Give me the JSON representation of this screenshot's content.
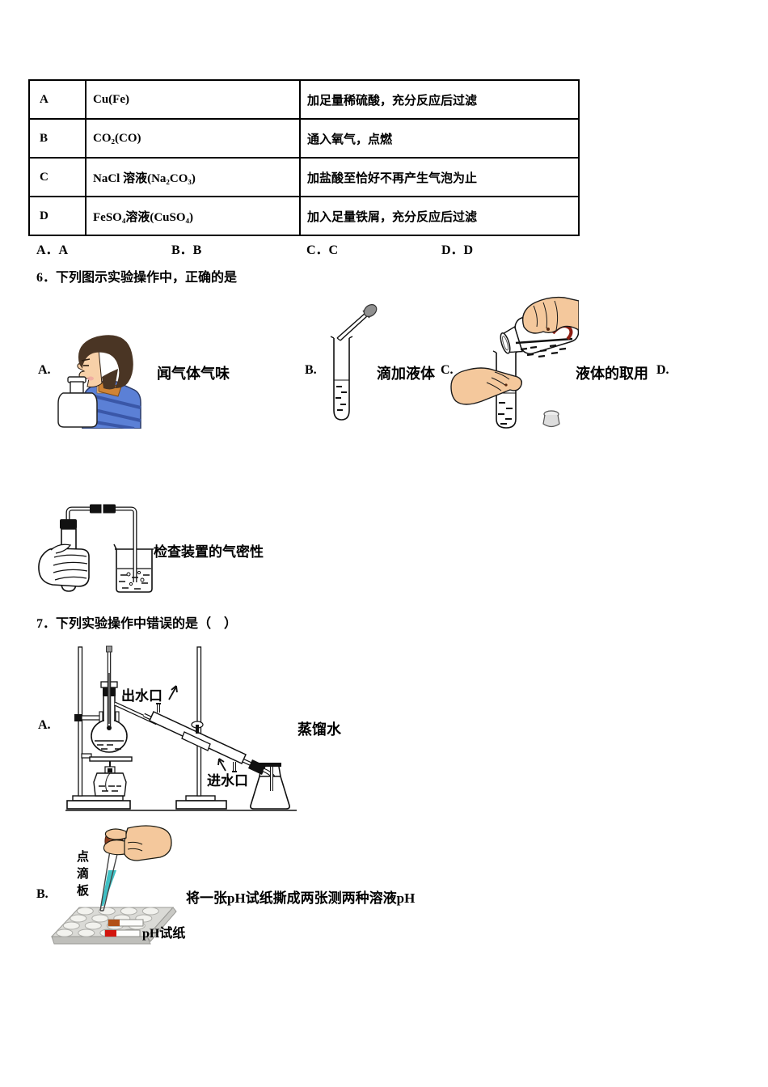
{
  "table": {
    "rows": [
      {
        "option": "A",
        "substance": "Cu(Fe)",
        "operation": "加足量稀硫酸，充分反应后过滤"
      },
      {
        "option": "B",
        "substance": "CO₂(CO)",
        "operation": "通入氧气，点燃"
      },
      {
        "option": "C",
        "substance": "NaCl 溶液(Na₂CO₃)",
        "operation": "加盐酸至恰好不再产生气泡为止"
      },
      {
        "option": "D",
        "substance": "FeSO₄溶液(CuSO₄)",
        "operation": "加入足量铁屑，充分反应后过滤"
      }
    ]
  },
  "answer_row": {
    "a": "A．A",
    "b": "B．B",
    "c": "C．C",
    "d": "D．D"
  },
  "q6": {
    "stem": "6．下列图示实验操作中，正确的是",
    "label_a": "A.",
    "caption_a": "闻气体气味",
    "label_b": "B.",
    "caption_b": "滴加液体",
    "label_c": "C.",
    "caption_c": "液体的取用",
    "label_d": "D.",
    "caption_d": "检查装置的气密性"
  },
  "q7": {
    "stem": "7．下列实验操作中错误的是（　）",
    "label_a": "A.",
    "caption_a": "蒸馏水",
    "label_b": "B.",
    "caption_b": "将一张pH试纸撕成两张测两种溶液pH",
    "outlet_label": "出水口",
    "inlet_label": "进水口",
    "spot_plate_label": "点滴板",
    "ph_paper_label": "pH试纸"
  },
  "colors": {
    "ink": "#000000",
    "skin": "#f4c89c",
    "hair_brown": "#4a3524",
    "shirt_blue": "#5b80d6",
    "shirt_stripe": "#3a57a8",
    "collar_orange": "#cf8436",
    "dropper_bulb_gray": "#909090",
    "dropper_bulb_brown": "#8a3d1f",
    "dropper_liquid_teal": "#3fc0c4",
    "ph_tip_orange": "#b25016",
    "ph_tip_red": "#d2150e",
    "bottle_label_red": "#8e1d12",
    "plate_gray": "#dadad6"
  }
}
